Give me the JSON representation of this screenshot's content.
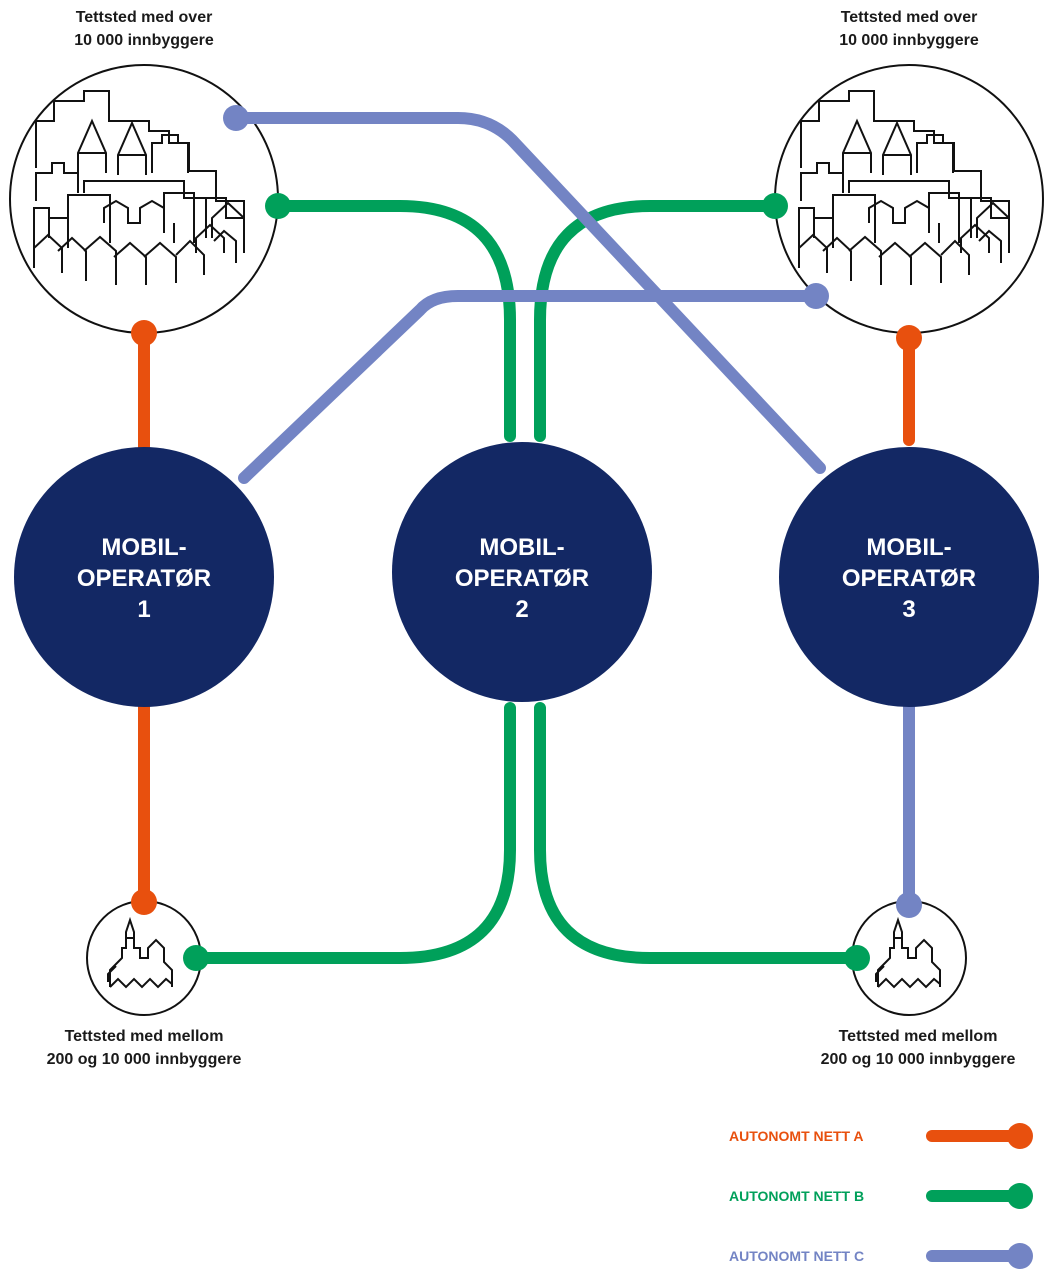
{
  "colors": {
    "net_a": "#E8500E",
    "net_b": "#00A05A",
    "net_c": "#7384C4",
    "operator": "#132864",
    "outline": "#111111"
  },
  "settlements": {
    "large_left": "Tettsted med over\n10 000 innbyggere",
    "large_right": "Tettsted med over\n10 000 innbyggere",
    "small_left": "Tettsted med mellom\n200 og 10 000 innbyggere",
    "small_right": "Tettsted med mellom\n200 og 10 000 innbyggere"
  },
  "operators": [
    {
      "label": "MOBIL-\nOPERATØR\n1"
    },
    {
      "label": "MOBIL-\nOPERATØR\n2"
    },
    {
      "label": "MOBIL-\nOPERATØR\n3"
    }
  ],
  "legend": [
    {
      "label": "AUTONOMT NETT A",
      "color": "#E8500E"
    },
    {
      "label": "AUTONOMT NETT B",
      "color": "#00A05A"
    },
    {
      "label": "AUTONOMT NETT C",
      "color": "#7384C4"
    }
  ]
}
